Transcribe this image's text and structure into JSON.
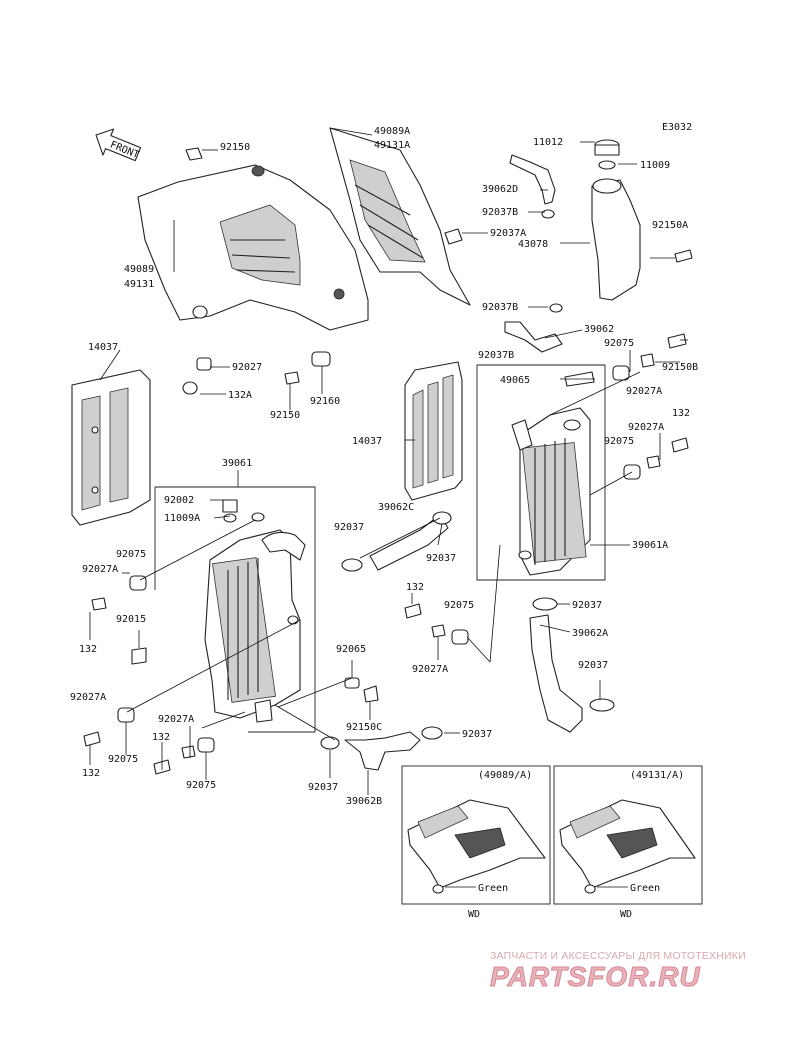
{
  "diagram_code": "E3032",
  "front_label": "FRONT",
  "parts": {
    "p92150_top": "92150",
    "p49089A": "49089A",
    "p49131A": "49131A",
    "p11012": "11012",
    "p11009": "11009",
    "p39062D": "39062D",
    "p92037B_a": "92037B",
    "p92037A_a": "92037A",
    "p92150A": "92150A",
    "p43078": "43078",
    "p49089": "49089",
    "p49131": "49131",
    "p92037B_b": "92037B",
    "p39062": "39062",
    "p14037_l": "14037",
    "p92027": "92027",
    "p132A": "132A",
    "p92150_mid": "92150",
    "p92160": "92160",
    "p92037B_c": "92037B",
    "p92075_r1": "92075",
    "p92150B": "92150B",
    "p49065": "49065",
    "p92027A_r1": "92027A",
    "p132_r": "132",
    "p92027A_r2": "92027A",
    "p14037_c": "14037",
    "p92075_r2": "92075",
    "p39061": "39061",
    "p92002": "92002",
    "p11009A": "11009A",
    "p39062C": "39062C",
    "p92037_c1": "92037",
    "p92037_c2": "92037",
    "p39061A": "39061A",
    "p92075_l1": "92075",
    "p92027A_l1": "92027A",
    "p92015": "92015",
    "p132_l1": "132",
    "p132_c": "132",
    "p92075_c": "92075",
    "p92037_r1": "92037",
    "p39062A": "39062A",
    "p92027A_c": "92027A",
    "p92037_r2": "92037",
    "p92065": "92065",
    "p92027A_l2": "92027A",
    "p92075_l2": "92075",
    "p132_l2": "132",
    "p92027A_l3": "92027A",
    "p132_l3": "132",
    "p92075_l3": "92075",
    "p92150C": "92150C",
    "p92037_b1": "92037",
    "p92037_b2": "92037",
    "p39062B": "39062B"
  },
  "insets": {
    "left_title": "(49089/A)",
    "left_note": "Green",
    "left_caption": "WD",
    "right_title": "(49131/A)",
    "right_note": "Green",
    "right_caption": "WD"
  },
  "watermark": {
    "top": "ЗАПЧАСТИ И АКСЕССУАРЫ ДЛЯ МОТОТЕХНИКИ",
    "brand": "PARTSFOR.RU"
  }
}
